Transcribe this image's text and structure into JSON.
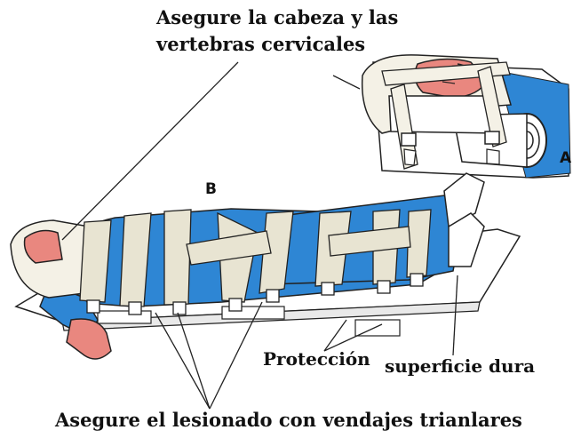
{
  "labels": {
    "head_instruction_line1": "Asegure la cabeza y las",
    "head_instruction_line2": "vertebras cervicales",
    "inset_marker": "A",
    "main_marker": "B",
    "protection": "Protección",
    "hard_surface": "superficie dura",
    "body_instruction": "Asegure el lesionado con vendajes trianlares"
  },
  "colors": {
    "uniform_blue": "#2e86d4",
    "bandage": "#e8e4d2",
    "skin": "#e9877f",
    "board": "#ffffff",
    "outline": "#1f1f1f"
  }
}
